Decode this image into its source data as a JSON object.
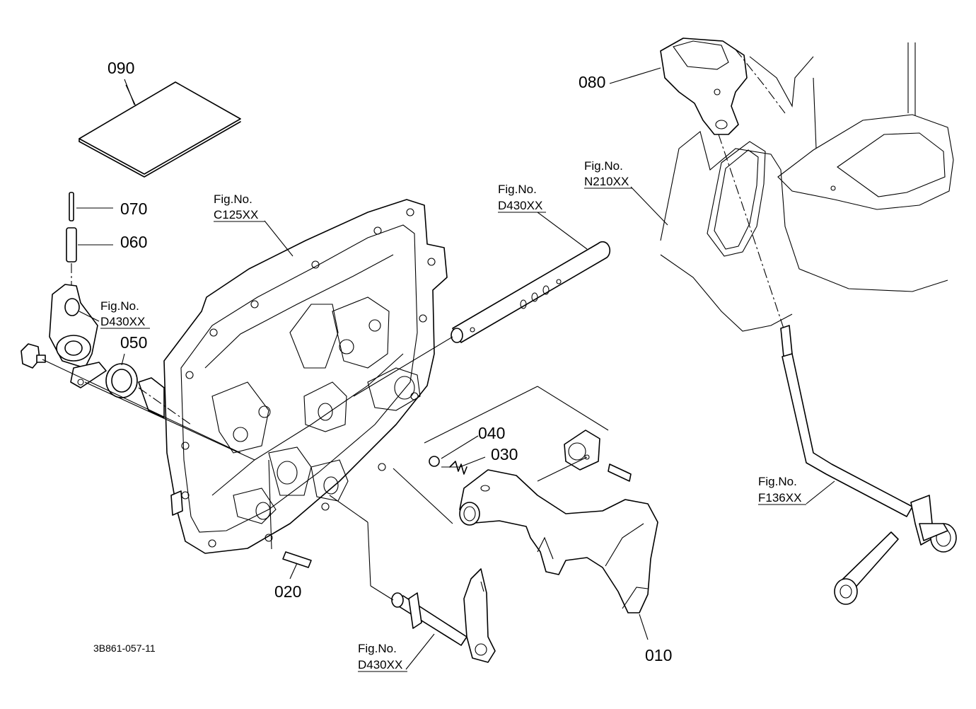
{
  "parts": [
    {
      "id": "p010",
      "number": "010"
    },
    {
      "id": "p020",
      "number": "020"
    },
    {
      "id": "p030",
      "number": "030"
    },
    {
      "id": "p040",
      "number": "040"
    },
    {
      "id": "p050",
      "number": "050"
    },
    {
      "id": "p060",
      "number": "060"
    },
    {
      "id": "p070",
      "number": "070"
    },
    {
      "id": "p080",
      "number": "080"
    },
    {
      "id": "p090",
      "number": "090"
    }
  ],
  "figure_refs": [
    {
      "id": "c125",
      "prefix": "Fig.No.",
      "code": "C125XX"
    },
    {
      "id": "d430a",
      "prefix": "Fig.No.",
      "code": "D430XX"
    },
    {
      "id": "d430b",
      "prefix": "Fig.No.",
      "code": "D430XX"
    },
    {
      "id": "d430c",
      "prefix": "Fig.No.",
      "code": "D430XX"
    },
    {
      "id": "n210",
      "prefix": "Fig.No.",
      "code": "N210XX"
    },
    {
      "id": "f136",
      "prefix": "Fig.No.",
      "code": "F136XX"
    }
  ],
  "drawing_code": "3B861-057-11"
}
